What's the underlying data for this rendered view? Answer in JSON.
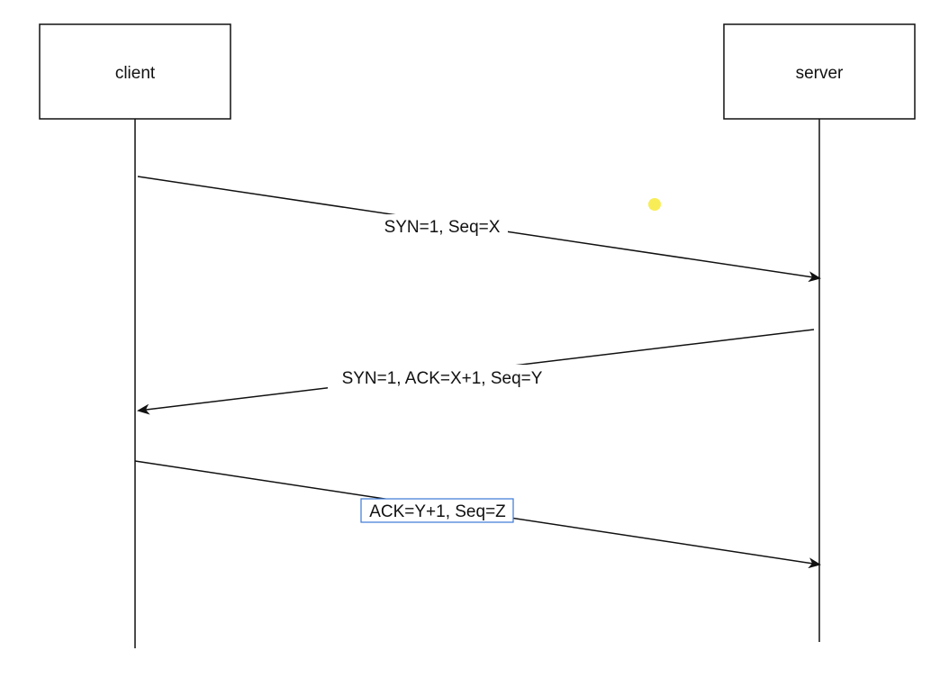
{
  "diagram": {
    "participants": [
      {
        "id": "client",
        "label": "client"
      },
      {
        "id": "server",
        "label": "server"
      }
    ],
    "messages": [
      {
        "from": "client",
        "to": "server",
        "label": "SYN=1, Seq=X",
        "selected": false
      },
      {
        "from": "server",
        "to": "client",
        "label": "SYN=1, ACK=X+1, Seq=Y",
        "selected": false
      },
      {
        "from": "client",
        "to": "server",
        "label": "ACK=Y+1, Seq=Z",
        "selected": true
      }
    ],
    "colors": {
      "line": "#111111",
      "selection": "#3a78d6",
      "cursor": "#f7ea3a"
    }
  }
}
